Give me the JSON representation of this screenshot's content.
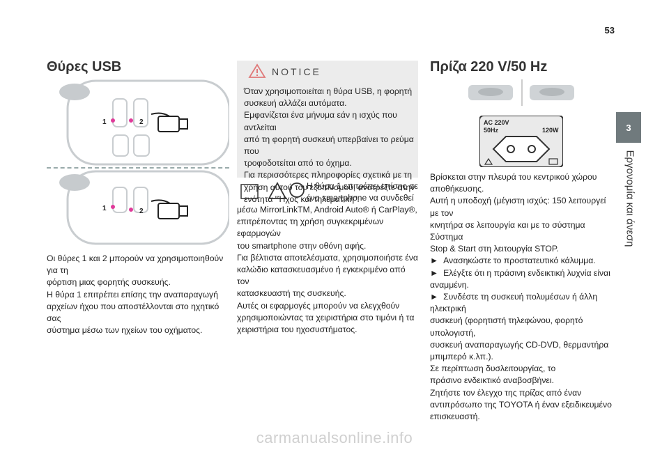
{
  "page_number": "53",
  "section": {
    "number": "3",
    "label": "Εργονομία και άνεση"
  },
  "usb": {
    "title": "Θύρες USB",
    "marker1": "1",
    "marker2": "2",
    "text": [
      "Οι θύρες 1 και 2 μπορούν να χρησιμοποιηθούν για τη",
      "φόρτιση μιας φορητής συσκευής.",
      "Η θύρα 1  επιτρέπει επίσης την αναπαραγωγή",
      "αρχείων ήχου που αποστέλλονται στο ηχητικό σας",
      "σύστημα μέσω των ηχείων του οχήματος."
    ]
  },
  "notice": {
    "title": "NOTICE",
    "text": [
      "Όταν χρησιμοποιείται η θύρα USB, η φορητή",
      "συσκευή αλλάζει αυτόματα.",
      "Εμφανίζεται ένα μήνυμα εάν η ισχύς που αντλείται",
      "από τη φορητή συσκευή υπερβαίνει το ρεύμα που",
      "τροφοδοτείται από το όχημα.",
      "Για περισσότερες πληροφορίες σχετικά με τη",
      "χρήση αυτού του εξοπλισμού, ανατρέξτε στην",
      "ενότητα \"Ήχος και τηλεματική\"."
    ]
  },
  "mirror": {
    "text": [
      "Η θύρα 1 επιτρέπει επίσης σε",
      "ένα smartphone να συνδεθεί",
      "μέσω MirrorLinkTM, Android Auto® ή CarPlay®,",
      "επιτρέποντας τη χρήση συγκεκριμένων εφαρμογών",
      "του smartphone στην οθόνη αφής.",
      "Για βέλτιστα αποτελέσματα, χρησιμοποιήστε ένα",
      "καλώδιο κατασκευασμένο ή εγκεκριμένο από τον",
      "κατασκευαστή της συσκευής.",
      "Αυτές οι εφαρμογές μπορούν να ελεγχθούν",
      "χρησιμοποιώντας τα χειριστήρια στο τιμόνι ή τα",
      "χειριστήρια του ηχοσυστήματος."
    ]
  },
  "socket": {
    "title": "Πρίζα 220 V/50 Hz",
    "label_ac": "AC 220V",
    "label_hz": "50Hz",
    "label_w": "120W",
    "text": [
      "Βρίσκεται στην πλευρά του κεντρικού χώρου",
      "αποθήκευσης.",
      "Αυτή η υποδοχή (μέγιστη ισχύς: 150 λειτουργεί με τον",
      "κινητήρα σε λειτουργία και με το σύστημα Σύστημα",
      "Stop & Start στη λειτουργία STOP."
    ],
    "bullets": [
      "Ανασηκώστε το προστατευτικό κάλυμμα.",
      "Ελέγξτε ότι η πράσινη ενδεικτική λυχνία είναι"
    ],
    "bullet2_cont": "αναμμένη.",
    "bullet3": "Συνδέστε τη συσκευή πολυμέσων ή άλλη ηλεκτρική",
    "text2": [
      "συσκευή (φορητιστή τηλεφώνου, φορητό υπολογιστή,",
      "συσκευή αναπαραγωγής CD-DVD, θερμαντήρα",
      "μπιμπερό κ.λπ.).",
      "Σε περίπτωση δυσλειτουργίας, το",
      "πράσινο ενδεικτικό αναβοσβήνει.",
      "Ζητήστε τον έλεγχο της πρίζας από έναν",
      "αντιπρόσωπο της TOYOTA ή έναν εξειδικευμένο",
      "επισκευαστή."
    ]
  },
  "footer": "carmanualsonline.info"
}
